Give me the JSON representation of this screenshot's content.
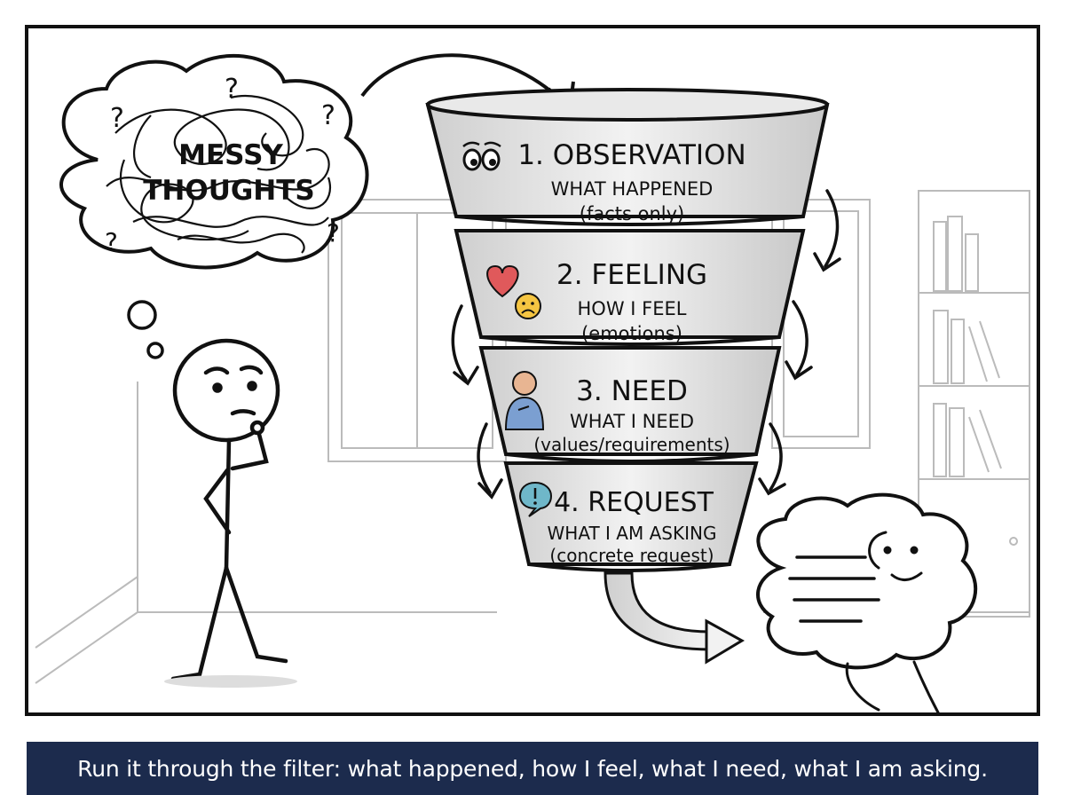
{
  "cloud": {
    "line1": "MESSY",
    "line2": "THOUGHTS",
    "qmark": "?"
  },
  "stages": [
    {
      "title": "1. OBSERVATION",
      "subtitle": "WHAT HAPPENED",
      "note": "(facts only)",
      "icon": "eyes-icon"
    },
    {
      "title": "2. FEELING",
      "subtitle": "HOW I FEEL",
      "note": "(emotions)",
      "icon": "heart-sad-face-icon"
    },
    {
      "title": "3. NEED",
      "subtitle": "WHAT I NEED",
      "note": "(values/requirements)",
      "icon": "person-hand-on-chest-icon"
    },
    {
      "title": "4. REQUEST",
      "subtitle": "WHAT I AM ASKING",
      "note": "(concrete request)",
      "icon": "speech-bubble-exclamation-icon"
    }
  ],
  "caption": "Run it through the filter: what happened, how I feel, what I need, what I am asking.",
  "colors": {
    "caption_bg": "#1c2b4d",
    "heart": "#e0595b",
    "face": "#f5c542",
    "person": "#7b9fd1",
    "bubble": "#6fb7c9"
  }
}
